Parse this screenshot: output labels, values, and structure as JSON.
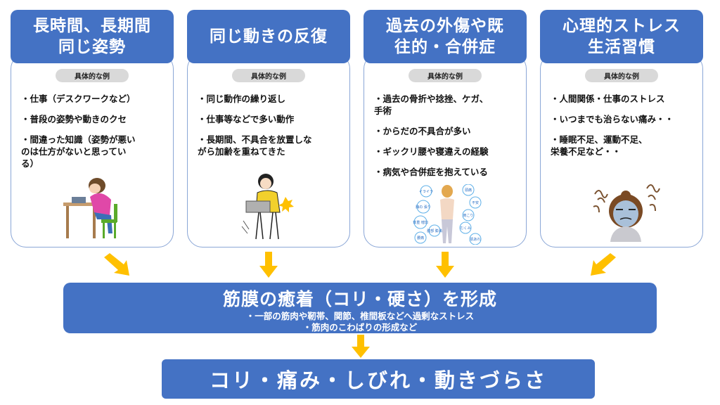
{
  "columns": [
    {
      "title": "長時間、長期間\n同じ姿勢",
      "badge": "具体的な例",
      "items": [
        "・仕事（デスクワークなど）",
        "・普段の姿勢や動きのクセ",
        "・間違った知識（姿勢が悪い\nのは仕方がないと思ってい\nる）"
      ]
    },
    {
      "title": "同じ動きの反復",
      "badge": "具体的な例",
      "items": [
        "・同じ動作の繰り返し",
        "・仕事等などで多い動作",
        "・長期間、不具合を放置しな\nがら加齢を重ねてきた"
      ]
    },
    {
      "title": "過去の外傷や既\n往的・合併症",
      "badge": "具体的な例",
      "items": [
        "・過去の骨折や捻挫、ケガ、\n手術",
        "・からだの不具合が多い",
        "・ギックリ腰や寝違えの経験",
        "・病気や合併症を抱えている"
      ]
    },
    {
      "title": "心理的ストレス\n生活習慣",
      "badge": "具体的な例",
      "items": [
        "・人間関係・仕事のストレス",
        "・いつまでも治らない痛み・・",
        "・睡眠不足、運動不足、\n栄養不足など・・"
      ]
    }
  ],
  "body_labels": [
    "イライラ",
    "頭痛",
    "不安",
    "肩こり",
    "胸の\n張り",
    "体重\n増加",
    "腹部\n膨満",
    "むくみ",
    "腰痛",
    "肌あれ"
  ],
  "middle": {
    "title": "筋膜の癒着（コリ・硬さ）を形成",
    "sub1": "・一部の筋肉や靭帯、関節、椎間板などへ過剰なストレス",
    "sub2": "・筋肉のこわばりの形成など"
  },
  "bottom": {
    "title": "コリ・痛み・しびれ・動きづらさ"
  },
  "colors": {
    "accent": "#4472c4",
    "arrow": "#ffc000",
    "card_border": "#8aa6d6",
    "badge": "#d9d9d9"
  }
}
